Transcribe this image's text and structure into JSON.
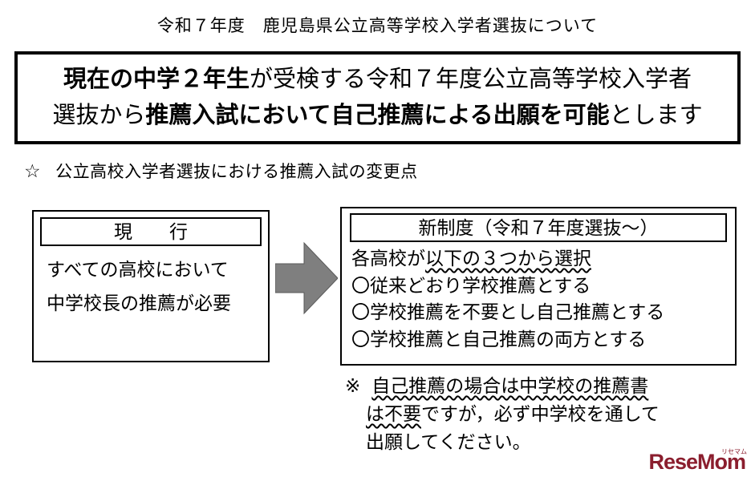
{
  "title": "令和７年度　鹿児島県公立高等学校入学者選抜について",
  "banner": {
    "l1_bold": "現在の中学２年生",
    "l1_rest": "が受検する令和７年度公立高等学校入学者",
    "l2_pre": "選抜から",
    "l2_bold": "推薦入試において自己推薦による出願を可能",
    "l2_post": "とします"
  },
  "section_heading": {
    "star": "☆",
    "text": "公立高校入学者選抜における推薦入試の変更点"
  },
  "current_box": {
    "header": "現　　行",
    "lines": [
      "すべての高校において",
      "中学校長の推薦が必要"
    ]
  },
  "new_box": {
    "header": "新制度（令和７年度選抜～）",
    "intro_plain": "各高校が",
    "intro_underlined": "以下の３つから選択",
    "options": [
      "〇従来どおり学校推薦とする",
      "〇学校推薦を不要とし自己推薦とする",
      "〇学校推薦と自己推薦の両方とする"
    ]
  },
  "note": {
    "marker": "※",
    "line1_underlined": "自己推薦の場合は中学校の推薦書",
    "line2_underlined": "は不要",
    "line2_rest": "ですが，必ず中学校を通して",
    "line3": "出願してください。"
  },
  "logo": {
    "text": "ReseMom",
    "subtext": "リセマム"
  },
  "colors": {
    "arrow_gray": "#7f7f7f",
    "logo_maroon": "#8b1e2e",
    "border_black": "#000000"
  }
}
